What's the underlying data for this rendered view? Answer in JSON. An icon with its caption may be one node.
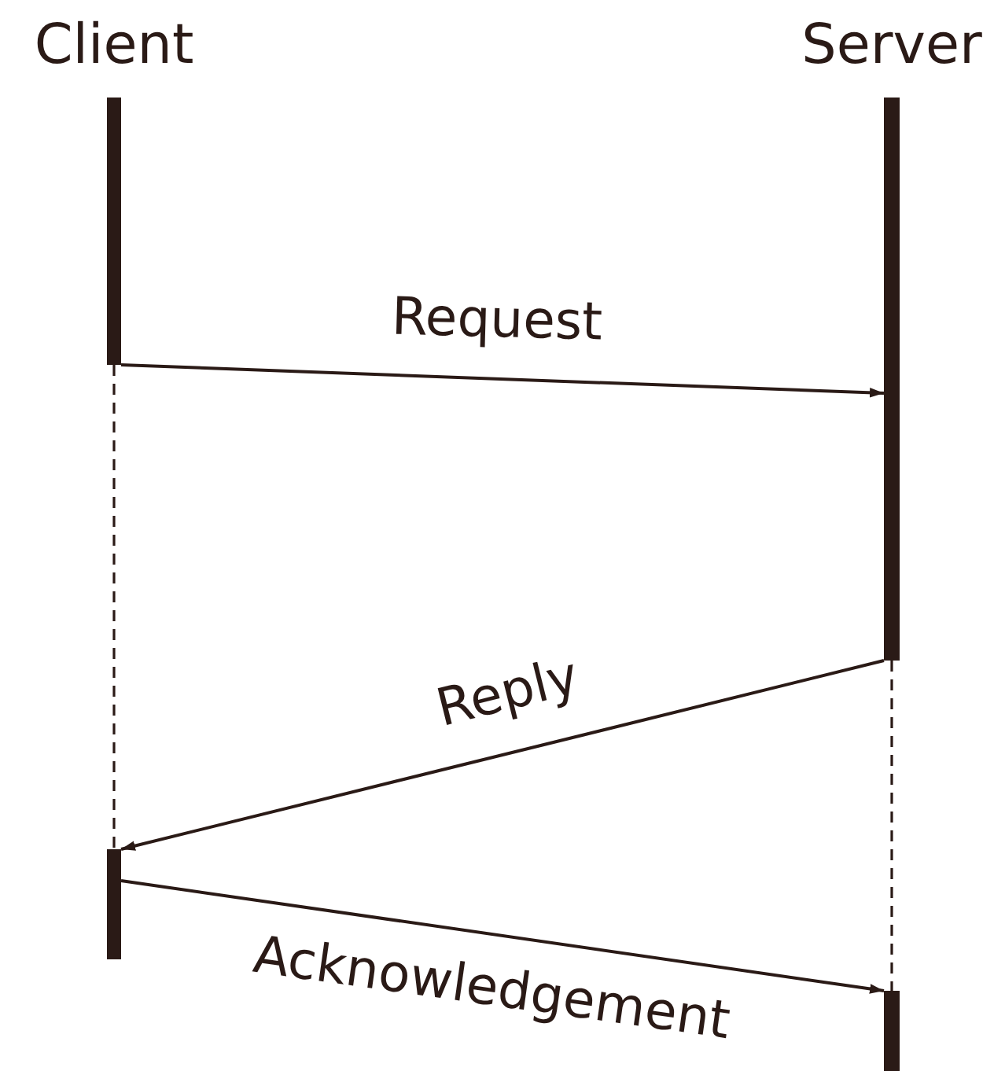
{
  "diagram": {
    "nodes": [
      {
        "text": [
          "Client"
        ]
      },
      {
        "text": [
          "Server"
        ]
      },
      {
        "text": [],
        "shape": "bar"
      },
      {
        "text": [],
        "shape": "bar"
      }
    ],
    "edges": [
      {
        "from": 0,
        "to": 1,
        "arrow": "to",
        "label": "Request"
      },
      {
        "from": 1,
        "to": 2,
        "arrow": "to",
        "label": "Reply"
      },
      {
        "from": 2,
        "to": 3,
        "arrow": "to",
        "label": "Acknowledgement"
      },
      {
        "from": 0,
        "to": 2,
        "arrow": "none",
        "style": "dashed"
      },
      {
        "from": 1,
        "to": 3,
        "arrow": "none",
        "style": "dashed"
      }
    ]
  }
}
